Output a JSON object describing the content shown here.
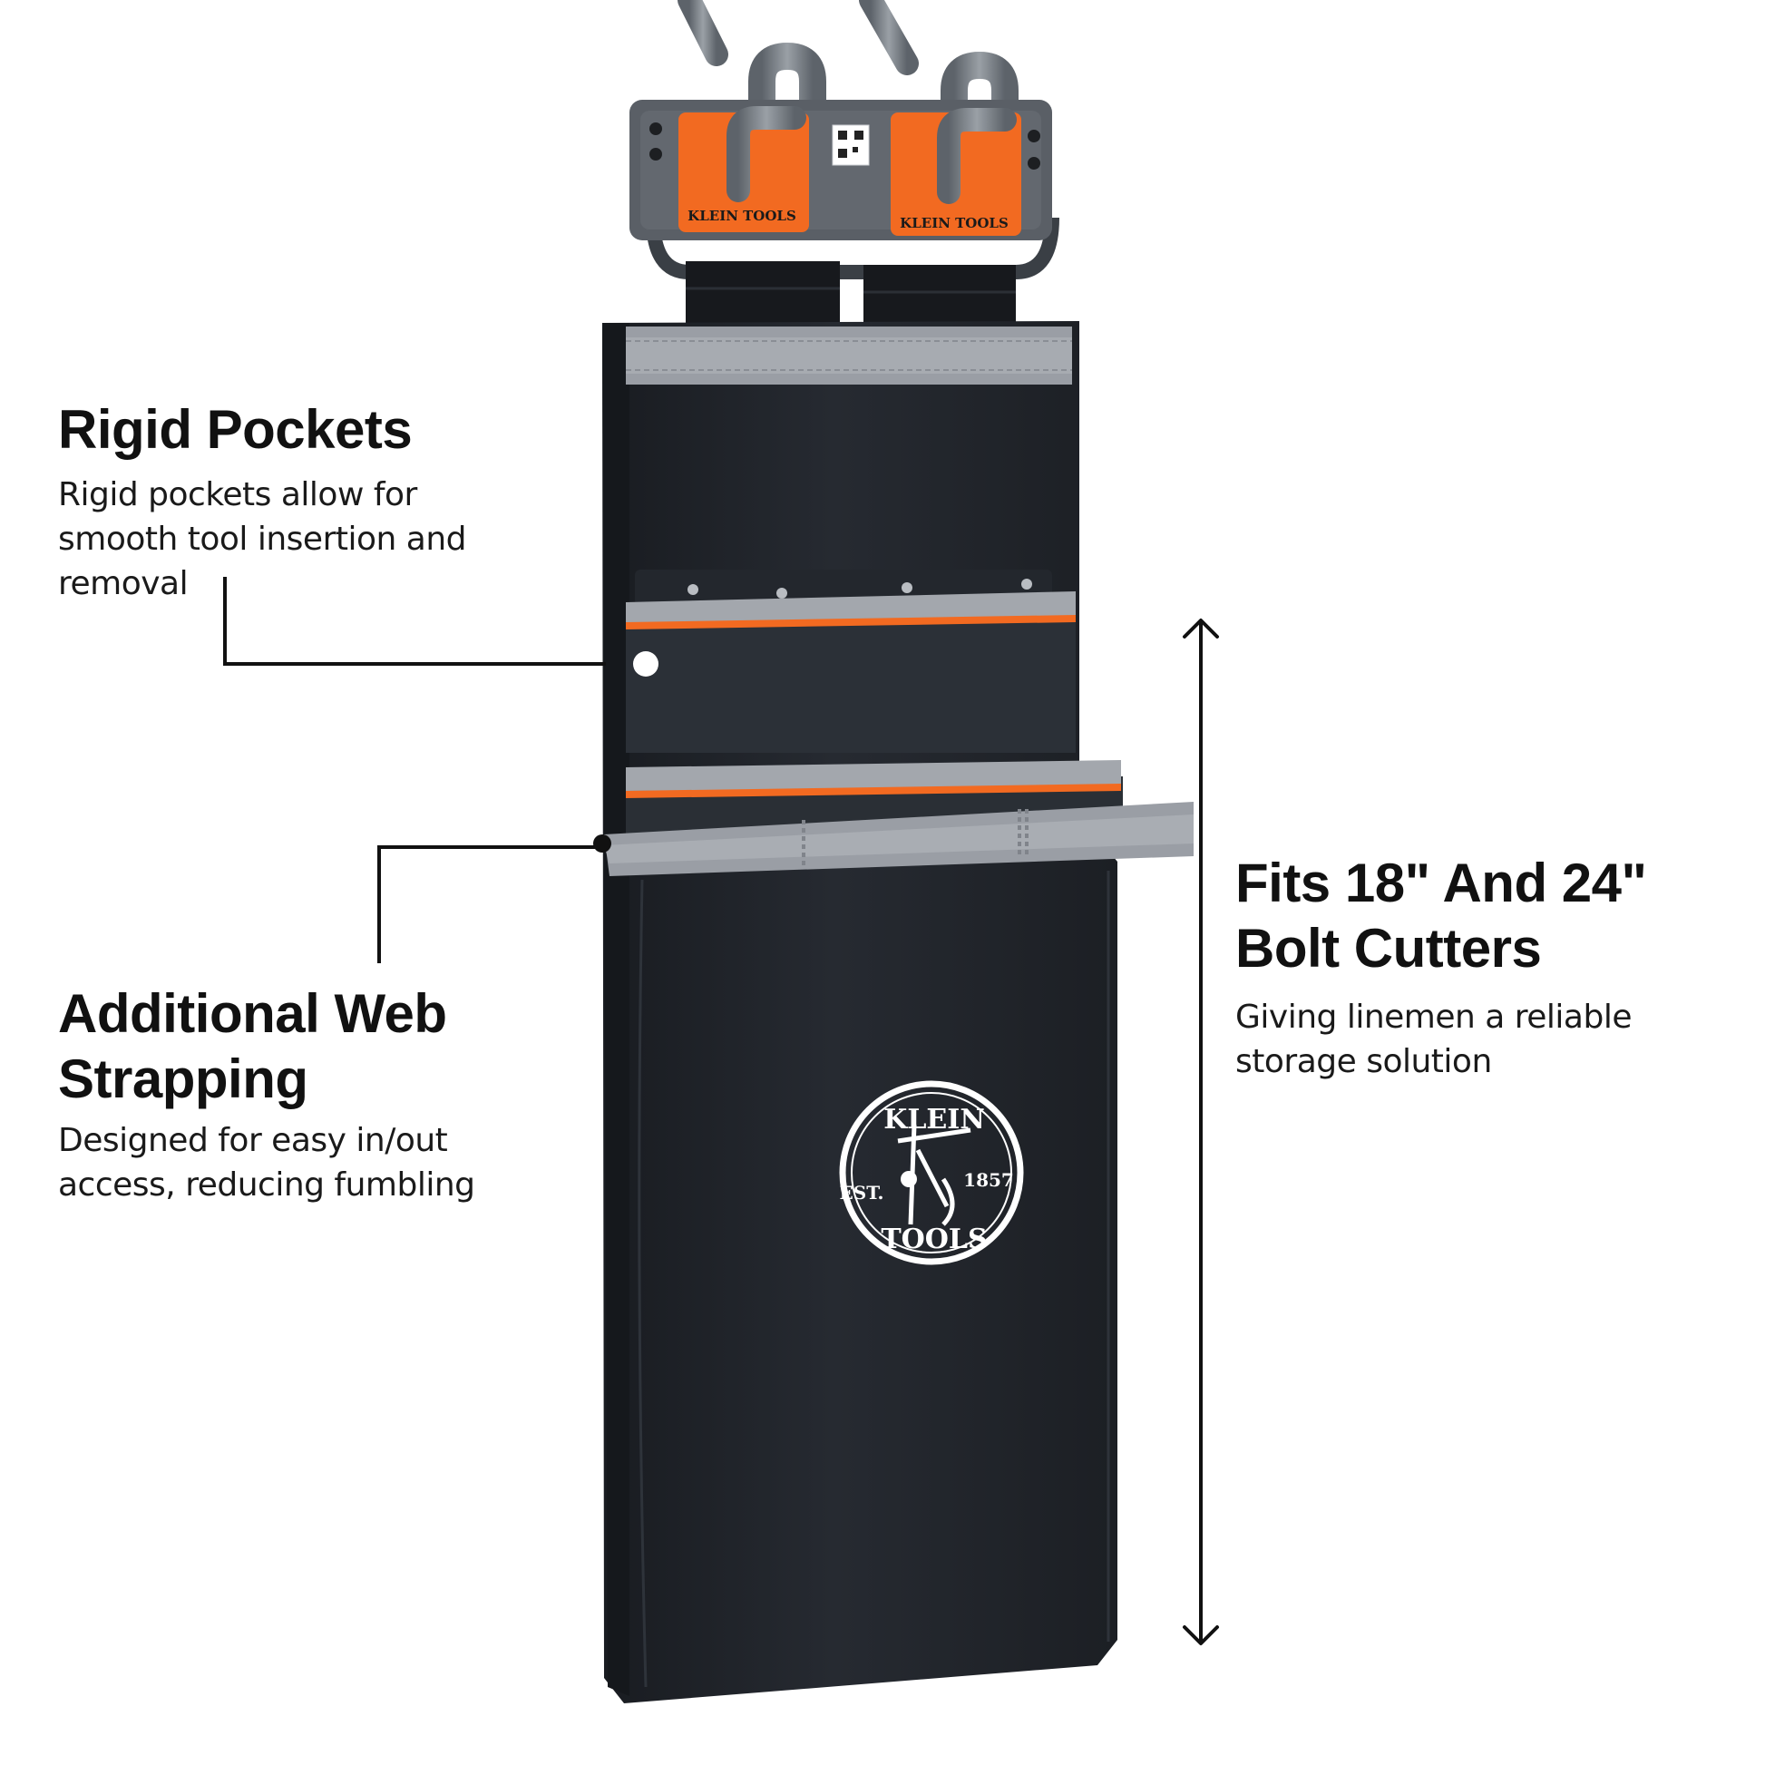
{
  "callouts": {
    "rigid_pockets": {
      "title": "Rigid Pockets",
      "body_lines": [
        "Rigid pockets allow for",
        "smooth tool insertion and",
        "removal"
      ]
    },
    "web_strapping": {
      "title_lines": [
        "Additional Web",
        "Strapping"
      ],
      "body_lines": [
        "Designed for easy in/out",
        "access, reducing fumbling"
      ]
    },
    "bolt_cutters": {
      "title_lines": [
        "Fits 18\" And 24\"",
        "Bolt Cutters"
      ],
      "body_lines": [
        "Giving linemen a reliable",
        "storage solution"
      ]
    }
  },
  "product": {
    "bracket_labels": [
      "KLEIN TOOLS",
      "KLEIN TOOLS"
    ],
    "logo": {
      "top_text": "KLEIN",
      "bottom_text": "TOOLS",
      "left_text": "EST.",
      "right_text": "1857"
    }
  },
  "colors": {
    "pouch": "#1f2329",
    "pouch_shadow": "#15181c",
    "trim_gray": "#9a9ea5",
    "accent_orange": "#f26a21",
    "bracket_gray": "#5a5f66",
    "hook_gray": "#7e848b"
  }
}
